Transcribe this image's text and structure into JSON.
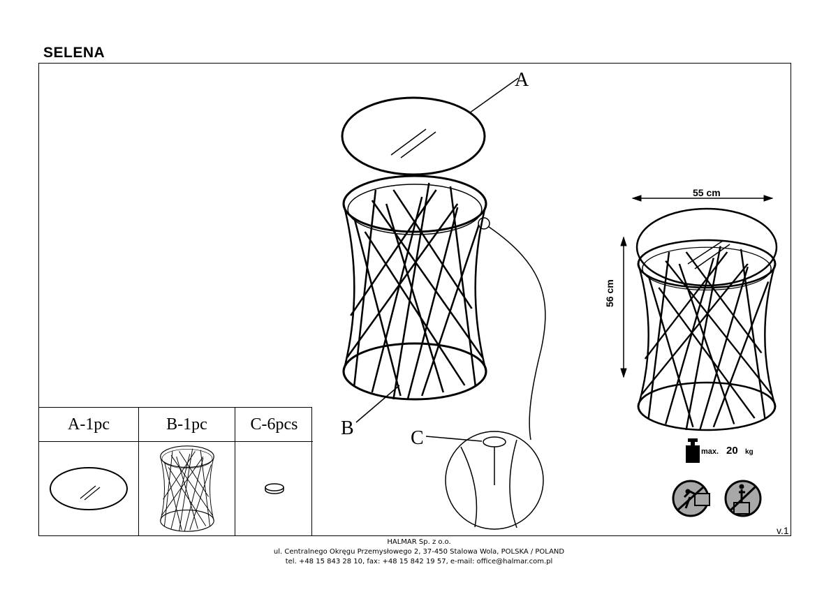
{
  "document": {
    "title": "SELENA",
    "version": "v.1"
  },
  "callouts": {
    "a": "A",
    "b": "B",
    "c": "C"
  },
  "dimensions": {
    "width": "55 cm",
    "height": "56 cm"
  },
  "load": {
    "label": "max.",
    "value": "20",
    "unit": "kg",
    "icon": "weight-icon"
  },
  "warnings": [
    {
      "icon": "no-climbing-icon"
    },
    {
      "icon": "no-standing-icon"
    }
  ],
  "parts": [
    {
      "label": "A-1pc",
      "icon": "glass-top-icon"
    },
    {
      "label": "B-1pc",
      "icon": "metal-frame-icon"
    },
    {
      "label": "C-6pcs",
      "icon": "pad-icon"
    }
  ],
  "footer": {
    "company": "HALMAR Sp. z o.o.",
    "address": "ul. Centralnego Okręgu Przemysłowego 2, 37-450 Stalowa Wola, POLSKA / POLAND",
    "contact": "tel. +48 15 843 28 10, fax: +48 15 842 19 57, e-mail: office@halmar.com.pl"
  }
}
